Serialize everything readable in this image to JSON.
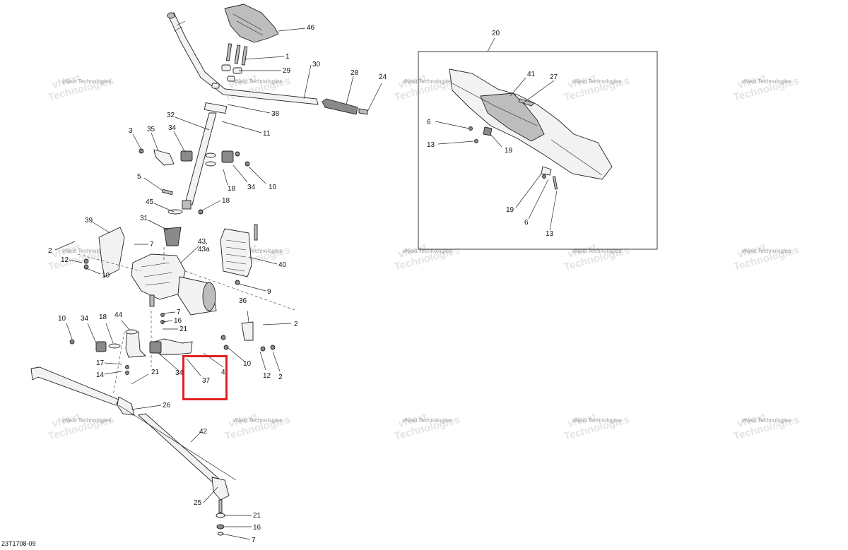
{
  "diagram": {
    "document_id": "23T1708-09",
    "watermark_line1": "vNext Technologies",
    "watermark_line2": "vNext\nTechnologies",
    "highlight_color": "#e02020",
    "callouts": {
      "c46": "46",
      "c1": "1",
      "c29": "29",
      "c30": "30",
      "c28": "28",
      "c24": "24",
      "c38": "38",
      "c11": "11",
      "c32": "32",
      "c3": "3",
      "c35": "35",
      "c34a": "34",
      "c18a": "18",
      "c34b": "34",
      "c10a": "10",
      "c5": "5",
      "c45": "45",
      "c18b": "18",
      "c31": "31",
      "c39": "39",
      "c2a": "2",
      "c7a": "7",
      "c12a": "12",
      "c10b": "10",
      "c43": "43,",
      "c43a": "43a",
      "c40": "40",
      "c9": "9",
      "c36": "36",
      "c2b": "2",
      "c7b": "7",
      "c16a": "16",
      "c21a": "21",
      "c10c": "10",
      "c34c": "34",
      "c18c": "18",
      "c44": "44",
      "c17": "17",
      "c14": "14",
      "c21b": "21",
      "c34d": "34",
      "c37": "37",
      "c4": "4",
      "c10d": "10",
      "c12b": "12",
      "c2c": "2",
      "c26": "26",
      "c42": "42",
      "c25": "25",
      "c21c": "21",
      "c16b": "16",
      "c7c": "7",
      "c20": "20",
      "c41": "41",
      "c27": "27",
      "c6a": "6",
      "c13a": "13",
      "c19a": "19",
      "c19b": "19",
      "c6b": "6",
      "c13b": "13"
    }
  }
}
